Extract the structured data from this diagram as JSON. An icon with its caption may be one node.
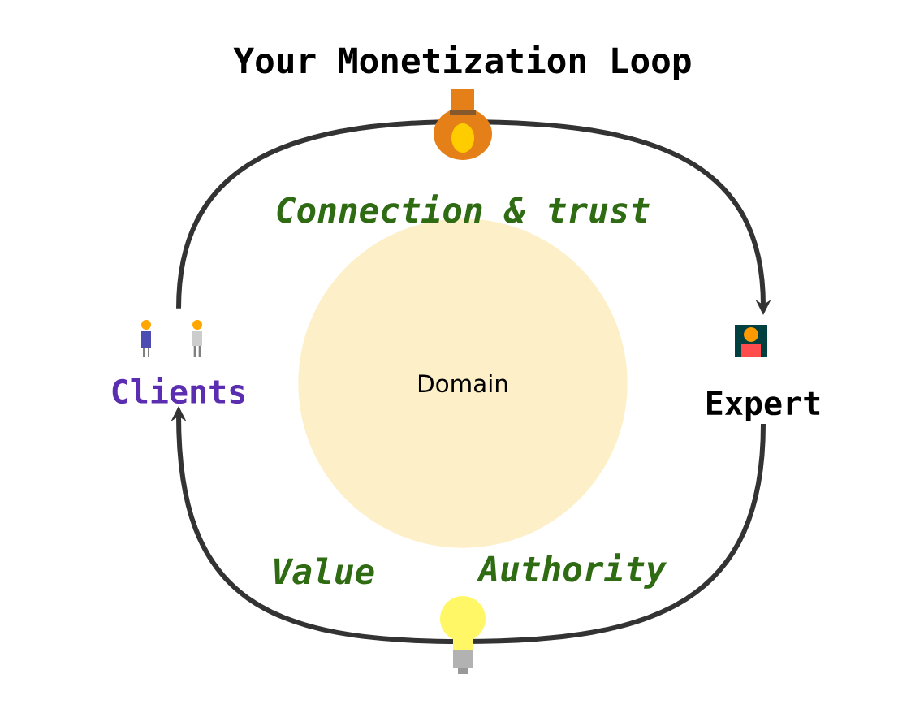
{
  "diagram": {
    "title": "Your Monetization Loop",
    "nodes": [
      {
        "text": [
          "Clients"
        ]
      },
      {
        "text": [
          "Expert"
        ]
      },
      {
        "text": [
          "Domain"
        ]
      }
    ],
    "edges": [
      {
        "from": 0,
        "to": 1,
        "arrow": "to"
      },
      {
        "from": 1,
        "to": 0,
        "arrow": "to"
      }
    ],
    "labels": [
      "Connection & trust",
      "Value",
      "Authority"
    ]
  }
}
